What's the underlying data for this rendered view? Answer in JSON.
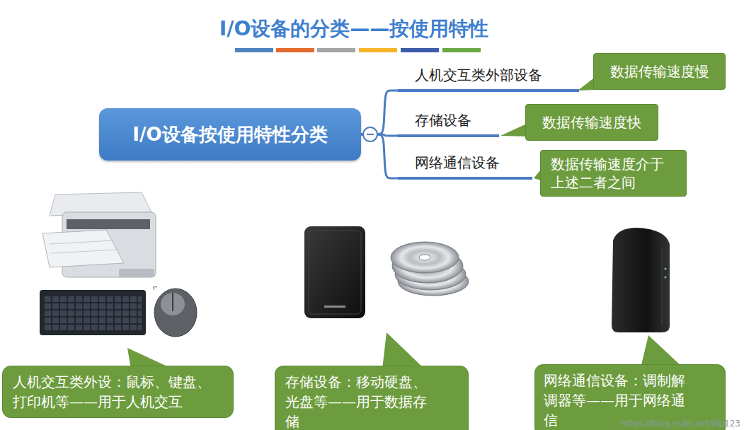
{
  "diagram": {
    "title": "I/O设备的分类——按使用特性",
    "nodes": [
      {
        "text": [
          "I/O设备按使用特性分类"
        ]
      },
      {
        "text": [
          "人机交互类外部设备"
        ]
      },
      {
        "text": [
          "存储设备"
        ]
      },
      {
        "text": [
          "网络通信设备"
        ]
      },
      {
        "text": [
          "数据传输速度慢"
        ]
      },
      {
        "text": [
          "数据传输速度快"
        ]
      },
      {
        "text": [
          "数据传输速度介于上述二者之间"
        ]
      },
      {
        "text": [
          "人机交互类外设：鼠标、键盘、打印机等——用于人机交互"
        ]
      },
      {
        "text": [
          "存储设备：移动硬盘、光盘等——用于数据存储"
        ]
      },
      {
        "text": [
          "网络通信设备：调制解调器等——用于网络通信"
        ]
      }
    ],
    "edges": [
      {
        "from": 0,
        "to": 1,
        "arrow": "none"
      },
      {
        "from": 0,
        "to": 2,
        "arrow": "none"
      },
      {
        "from": 0,
        "to": 3,
        "arrow": "none"
      }
    ],
    "labels": [
      "https://blog.csdn.net/lilp123"
    ]
  }
}
